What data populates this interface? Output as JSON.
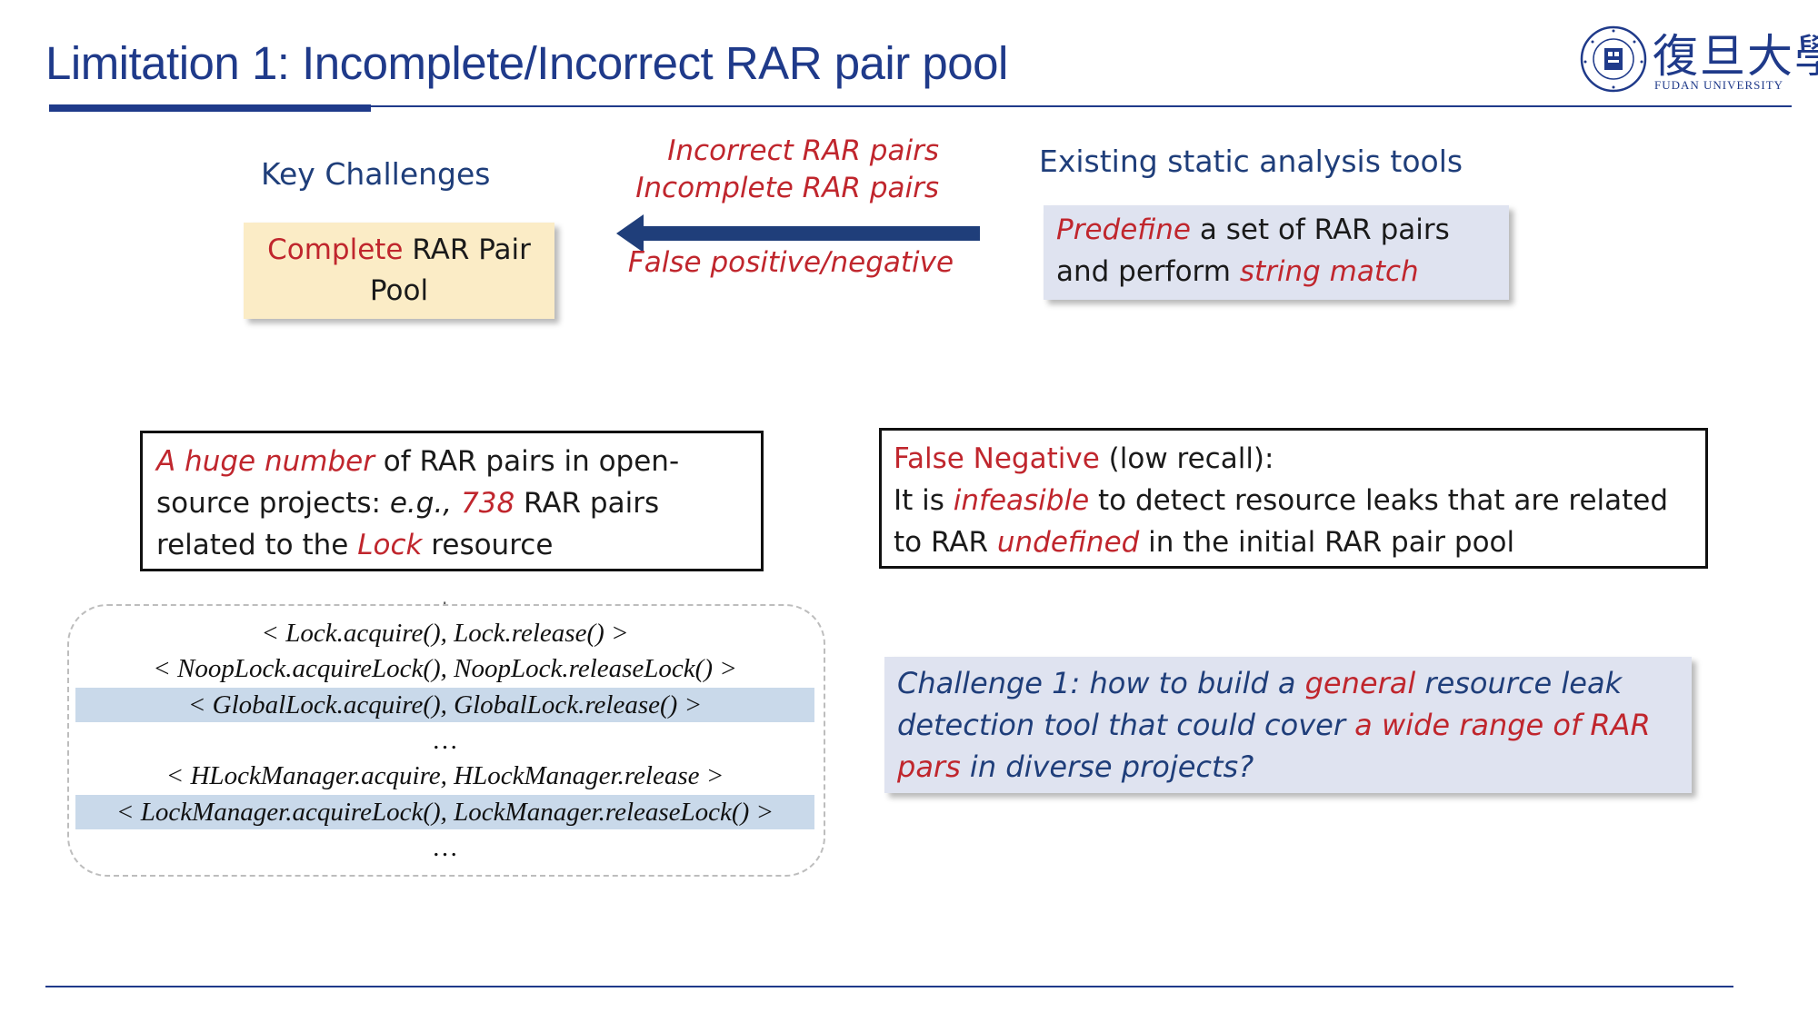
{
  "header": {
    "title": "Limitation 1: Incomplete/Incorrect RAR pair pool",
    "logo": {
      "chinese_name": "復旦大學",
      "english_name": "FUDAN UNIVERSITY",
      "seal_text": "FUDAN UNIVERSITY 1905"
    }
  },
  "top": {
    "key_challenges_label": "Key Challenges",
    "complete_box": {
      "word_complete": "Complete",
      "rest": " RAR Pair Pool"
    },
    "arrow_labels": {
      "incorrect": "Incorrect RAR  pairs",
      "incomplete": "Incomplete RAR pairs",
      "false_pos_neg": "False positive/negative"
    },
    "existing_tools_label": "Existing static analysis tools",
    "predefine_box": {
      "part1": "Predefine",
      "part2": " a set of RAR pairs and perform ",
      "part3": "string match"
    }
  },
  "huge_box": {
    "part1": "A huge number",
    "part2": " of RAR pairs in open-source projects: ",
    "part3": "e.g., ",
    "part4": "738",
    "part5": " RAR pairs related to the ",
    "part6": "Lock",
    "part7": " resource"
  },
  "false_negative_box": {
    "heading": "False Negative",
    "heading_suffix": " (low recall):",
    "line_part1": "It is ",
    "line_part2": "infeasible",
    "line_part3": " to detect resource leaks that are related to RAR ",
    "line_part4": "undefined",
    "line_part5": " in the initial RAR pair pool"
  },
  "rar_pairs": [
    {
      "text": "< Lock.acquire(), Lock.release() >",
      "highlight": false
    },
    {
      "text": "< NoopLock.acquireLock(), NoopLock.releaseLock() >",
      "highlight": false
    },
    {
      "text": "< GlobalLock.acquire(), GlobalLock.release() >",
      "highlight": true
    },
    {
      "text": "…",
      "highlight": false
    },
    {
      "text": "< HLockManager.acquire, HLockManager.release >",
      "highlight": false
    },
    {
      "text": "< LockManager.acquireLock(), LockManager.releaseLock() >",
      "highlight": true
    },
    {
      "text": "…",
      "highlight": false
    }
  ],
  "challenge_box": {
    "part1": "Challenge 1: how to build a ",
    "part2": "general",
    "part3": " resource leak detection tool that could cover ",
    "part4": "a wide range of RAR pars",
    "part5": " in diverse projects?"
  },
  "colors": {
    "brand_blue": "#1f3a8a",
    "accent_red": "#c0262d",
    "cream": "#fbecc6",
    "lavender": "#dfe3f0",
    "row_highlight": "#c9d9ea"
  }
}
